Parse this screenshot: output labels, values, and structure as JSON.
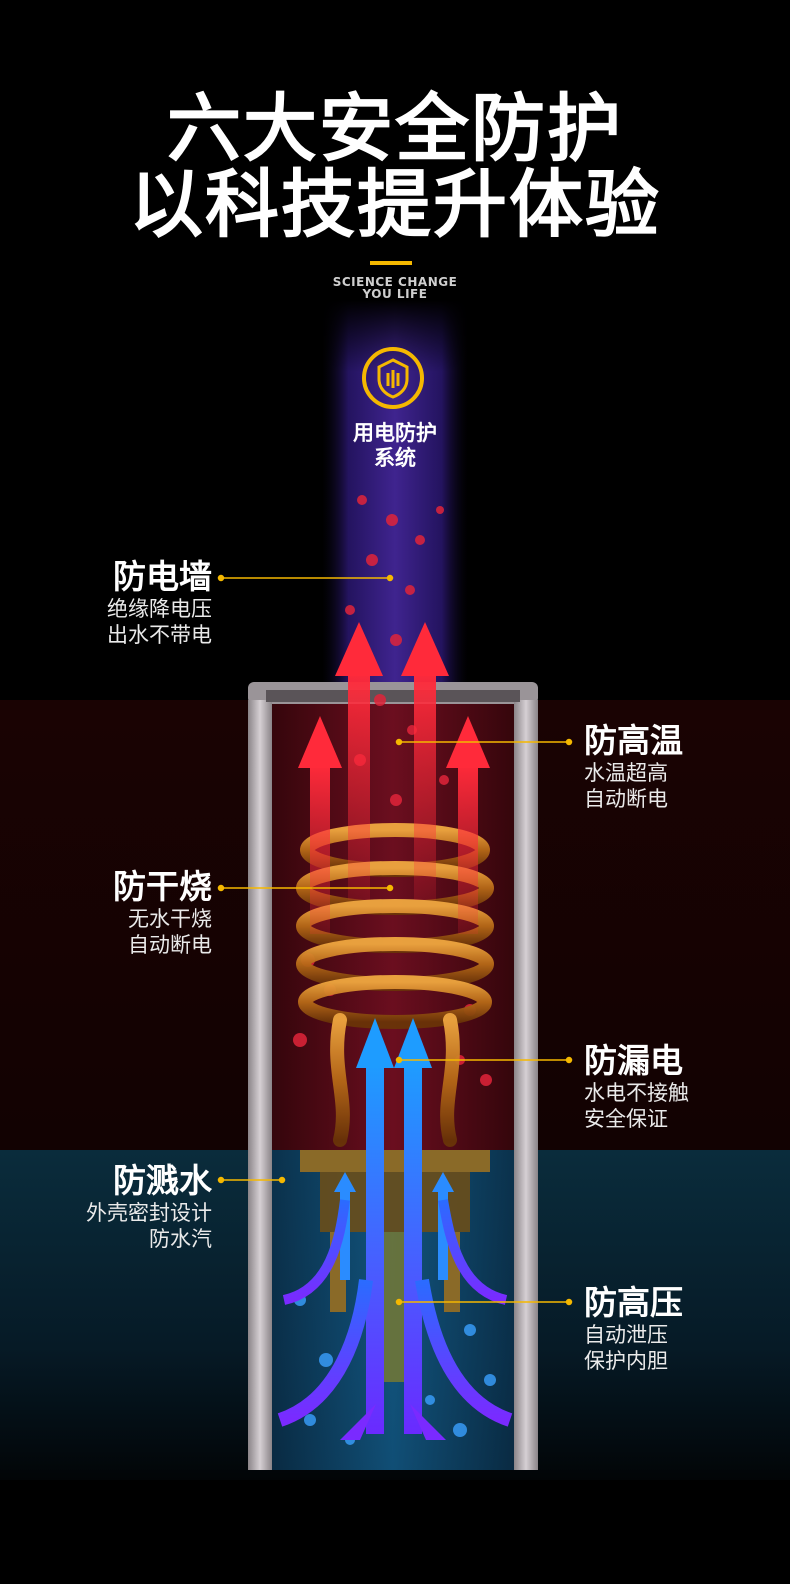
{
  "heading": {
    "line1": "六大安全防护",
    "line2": "以科技提升体验"
  },
  "slogan": {
    "line1": "SCIENCE CHANGE",
    "line2": "YOU LIFE"
  },
  "badge": {
    "icon": "shield-icon",
    "line1": "用电防护",
    "line2": "系统"
  },
  "features": {
    "wall": {
      "title": "防电墙",
      "line1": "绝缘降电压",
      "line2": "出水不带电"
    },
    "temp": {
      "title": "防高温",
      "line1": "水温超高",
      "line2": "自动断电"
    },
    "dry": {
      "title": "防干烧",
      "line1": "无水干烧",
      "line2": "自动断电"
    },
    "leak": {
      "title": "防漏电",
      "line1": "水电不接触",
      "line2": "安全保证"
    },
    "splash": {
      "title": "防溅水",
      "line1": "外壳密封设计",
      "line2": "防水汽"
    },
    "press": {
      "title": "防高压",
      "line1": "自动泄压",
      "line2": "保护内胆"
    }
  },
  "colors": {
    "accent": "#f5b800",
    "hot": "#ff2a3a",
    "cold": "#1e8cff"
  }
}
